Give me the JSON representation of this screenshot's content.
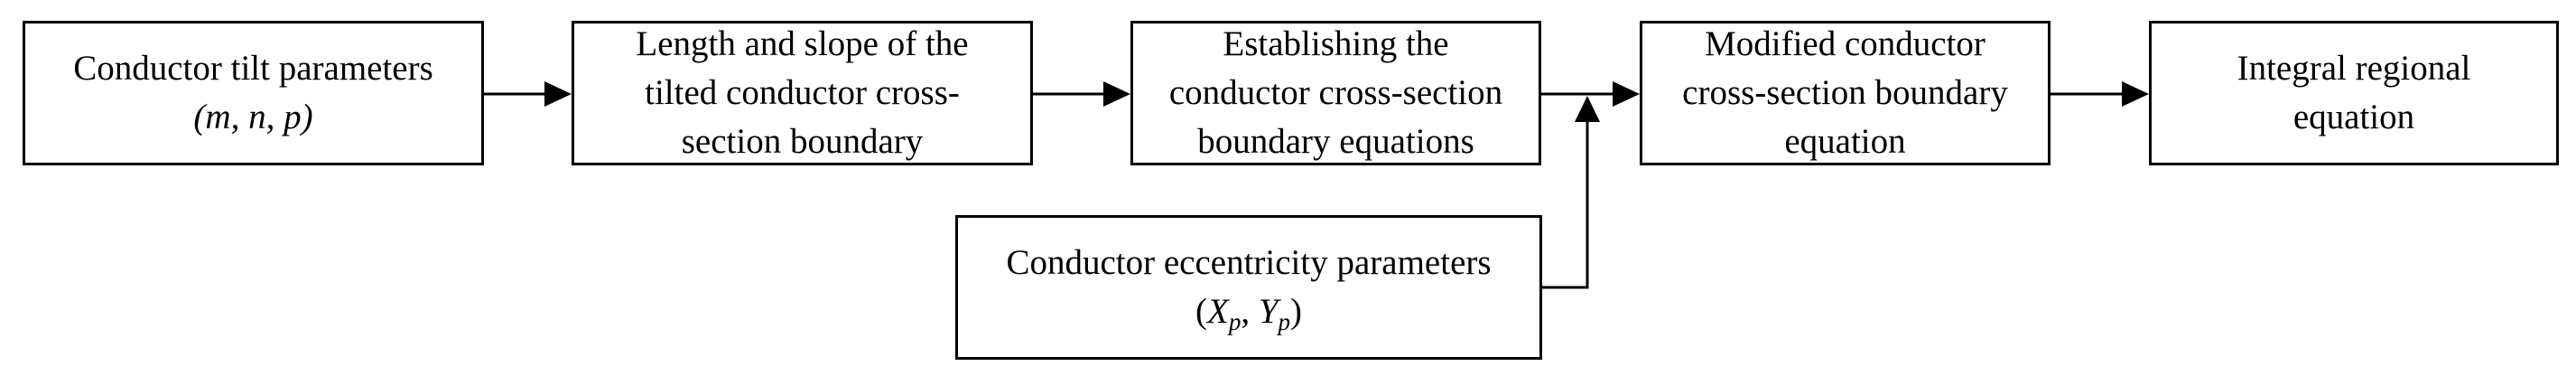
{
  "boxes": {
    "tilt": {
      "lines": [
        "Conductor tilt parameters"
      ],
      "math": "(m, n, p)"
    },
    "length_slope": {
      "lines": [
        "Length and slope of the",
        "tilted conductor cross-",
        "section boundary"
      ]
    },
    "establishing": {
      "lines": [
        "Establishing the",
        "conductor cross-section",
        "boundary equations"
      ]
    },
    "modified": {
      "lines": [
        "Modified conductor",
        "cross-section boundary",
        "equation"
      ]
    },
    "integral": {
      "lines": [
        "Integral regional",
        "equation"
      ]
    },
    "eccentricity": {
      "lines": [
        "Conductor eccentricity parameters"
      ],
      "math": {
        "open": "(",
        "x_base": "X",
        "x_sub": "p",
        "sep": ", ",
        "y_base": "Y",
        "y_sub": "p",
        "close": ")"
      }
    }
  },
  "colors": {
    "stroke": "#000000",
    "background": "#ffffff"
  }
}
